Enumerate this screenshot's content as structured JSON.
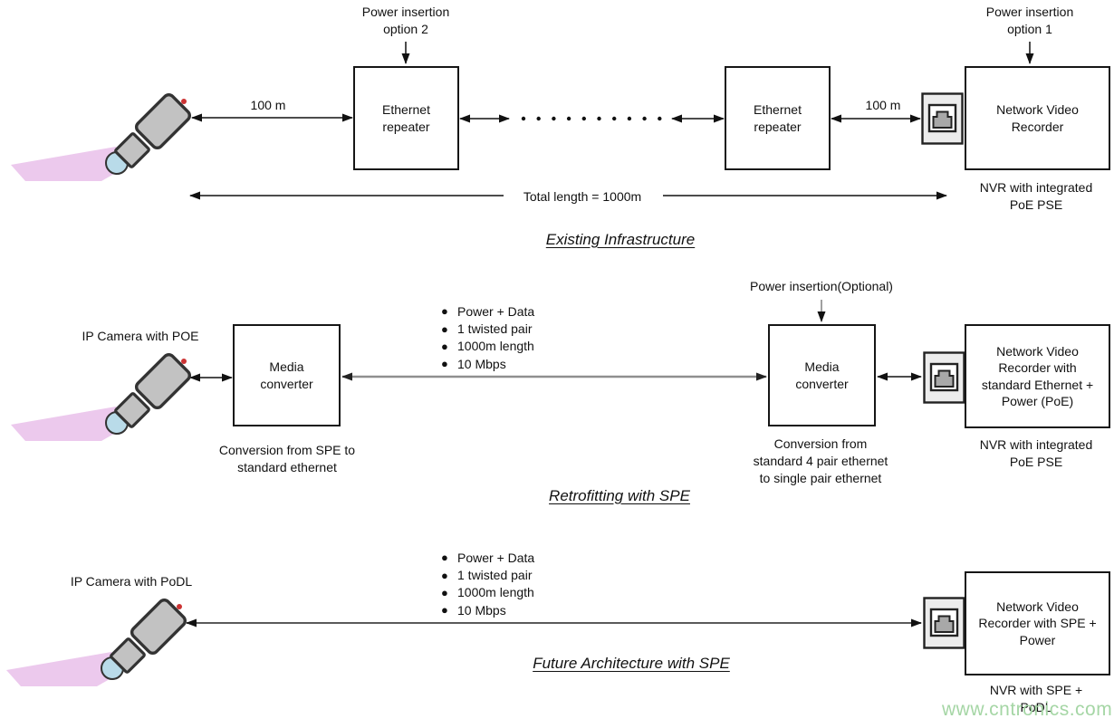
{
  "colors": {
    "line_black": "#111111",
    "line_gray": "#8f8f8f",
    "line_dark_gray": "#5a5a5a",
    "camera_body": "#c2c2c2",
    "camera_cone": "#ecc9ed",
    "camera_lens": "#b9dbe9",
    "connector_bg": "#ececec",
    "connector_jack": "#a8a8a8",
    "watermark_green": "#a5d6a5"
  },
  "watermark": "www.cntronics.com",
  "section1": {
    "title": "Existing Infrastructure",
    "power_option2": "Power insertion\noption 2",
    "power_option1": "Power insertion\noption 1",
    "dist_left": "100 m",
    "dist_right": "100 m",
    "repeater1": "Ethernet\nrepeater",
    "repeater2": "Ethernet\nrepeater",
    "nvr": "Network Video\nRecorder",
    "nvr_caption": "NVR with integrated\nPoE PSE",
    "total_length": "Total length = 1000m"
  },
  "section2": {
    "title": "Retrofitting with SPE",
    "camera_label": "IP Camera with POE",
    "converter1": "Media\nconverter",
    "converter1_caption": "Conversion from SPE to\nstandard ethernet",
    "power_optional": "Power insertion(Optional)",
    "converter2": "Media\nconverter",
    "converter2_caption": "Conversion from\nstandard 4 pair ethernet\nto single pair ethernet",
    "nvr": "Network Video\nRecorder with\nstandard Ethernet +\nPower (PoE)",
    "nvr_caption": "NVR with integrated\nPoE PSE",
    "link_bullets": [
      "Power + Data",
      "1 twisted pair",
      "1000m length",
      "10 Mbps"
    ]
  },
  "section3": {
    "title": "Future Architecture with SPE",
    "camera_label": "IP Camera with PoDL",
    "nvr": "Network Video\nRecorder with SPE +\nPower",
    "nvr_caption": "NVR with SPE +\nPoDL",
    "link_bullets": [
      "Power + Data",
      "1 twisted pair",
      "1000m length",
      "10 Mbps"
    ]
  }
}
